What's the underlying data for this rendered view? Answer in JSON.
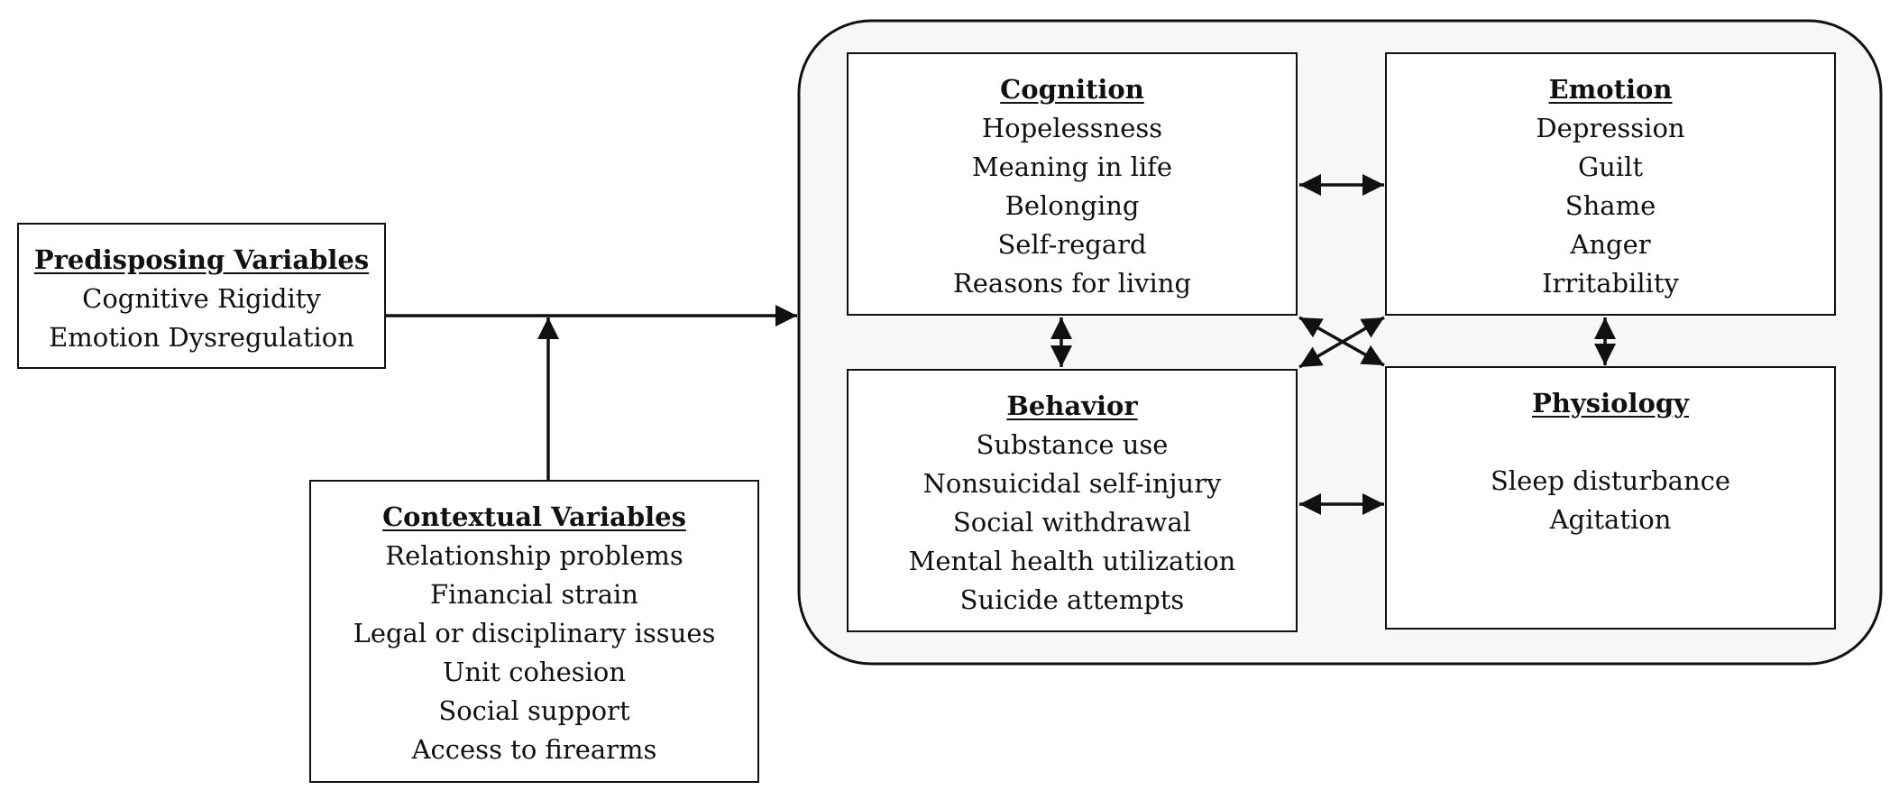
{
  "predisposing": {
    "title": "Predisposing Variables",
    "items": [
      "Cognitive Rigidity",
      "Emotion Dysregulation"
    ]
  },
  "contextual": {
    "title": "Contextual Variables",
    "items": [
      "Relationship problems",
      "Financial strain",
      "Legal or disciplinary issues",
      "Unit cohesion",
      "Social support",
      "Access to firearms"
    ]
  },
  "cognition": {
    "title": "Cognition",
    "items": [
      "Hopelessness",
      "Meaning in life",
      "Belonging",
      "Self-regard",
      "Reasons for living"
    ]
  },
  "emotion": {
    "title": "Emotion",
    "items": [
      "Depression",
      "Guilt",
      "Shame",
      "Anger",
      "Irritability"
    ]
  },
  "behavior": {
    "title": "Behavior",
    "items": [
      "Substance use",
      "Nonsuicidal self-injury",
      "Social withdrawal",
      "Mental health utilization",
      "Suicide attempts"
    ]
  },
  "physiology": {
    "title": "Physiology",
    "items": [
      "Sleep disturbance",
      "Agitation"
    ]
  }
}
